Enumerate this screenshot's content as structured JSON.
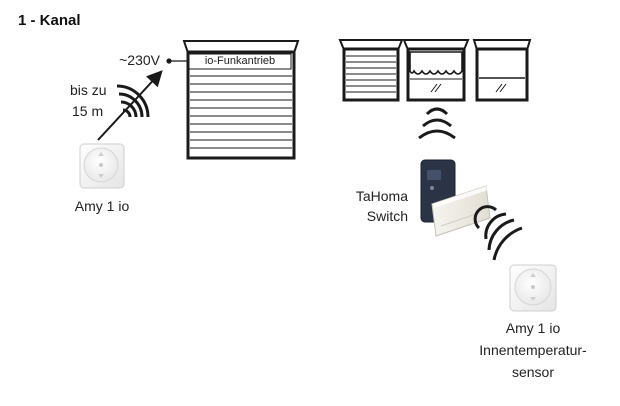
{
  "title": "1 - Kanal",
  "motor": {
    "voltage": "~230V",
    "label": "io-Funkantrieb"
  },
  "range": {
    "line1": "bis zu",
    "line2": "15 m"
  },
  "remote": {
    "label": "Amy 1 io"
  },
  "tahoma": {
    "line1": "TaHoma",
    "line2": "Switch"
  },
  "sensor": {
    "line1": "Amy 1 io",
    "line2": "Innentemperatur-",
    "line3": "sensor"
  }
}
